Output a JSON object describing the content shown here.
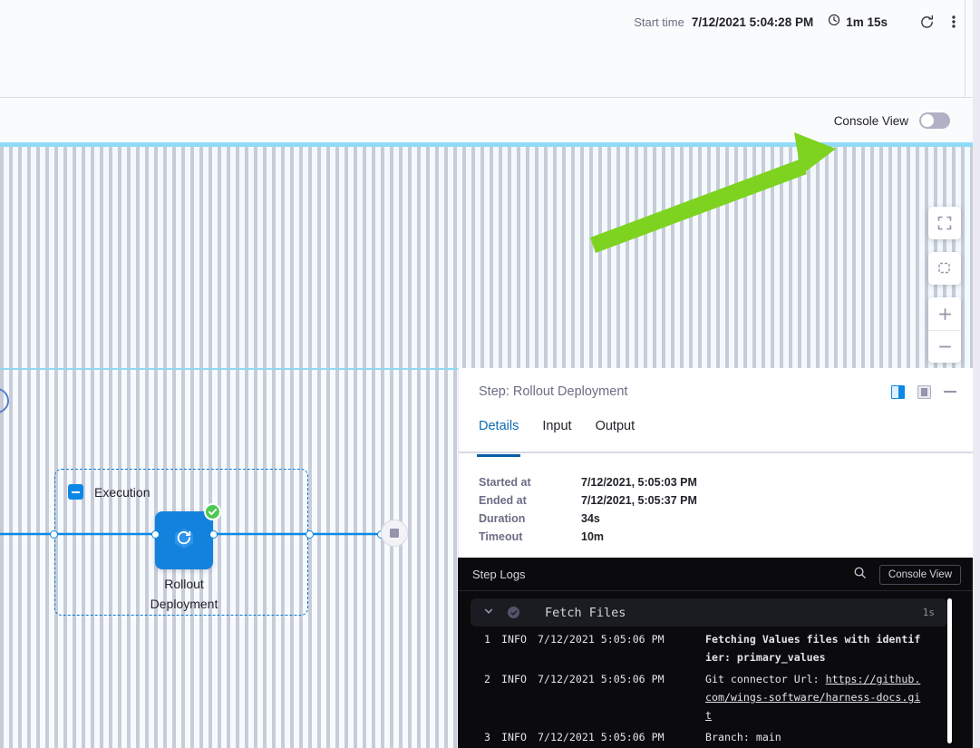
{
  "topbar": {
    "start_time_label": "Start time",
    "start_time_value": "7/12/2021 5:04:28 PM",
    "duration": "1m 15s",
    "refresh_icon": "refresh-icon",
    "menu_icon": "more-vertical-icon",
    "clock_icon": "clock-icon"
  },
  "console_view_row": {
    "label": "Console View",
    "toggle_state": "off"
  },
  "canvas": {
    "controls": [
      {
        "name": "fit-to-screen-button",
        "icon": "fit-screen-icon"
      },
      {
        "name": "select-area-button",
        "icon": "selection-box-icon"
      },
      {
        "name": "zoom-in-button",
        "icon": "plus-icon"
      },
      {
        "name": "zoom-out-button",
        "icon": "minus-icon"
      }
    ],
    "annotation": {
      "type": "arrow",
      "color": "#7ed321"
    }
  },
  "graph": {
    "group_label": "Execution",
    "group_collapse_icon": "minus-square-icon",
    "step": {
      "label_line1": "Rollout",
      "label_line2": "Deployment",
      "icon": "rolling-deployment-icon",
      "status": "success",
      "status_icon": "check-circle-icon"
    },
    "end_node_icon": "stop-square-icon"
  },
  "panel": {
    "title": "Step: Rollout Deployment",
    "actions": [
      {
        "name": "split-view-button",
        "icon": "split-view-icon",
        "active": true
      },
      {
        "name": "panel-view-button",
        "icon": "panel-view-icon",
        "active": false
      },
      {
        "name": "minimize-button",
        "icon": "minimize-icon",
        "active": false
      }
    ],
    "tabs": [
      {
        "label": "Details",
        "active": true
      },
      {
        "label": "Input",
        "active": false
      },
      {
        "label": "Output",
        "active": false
      }
    ],
    "details": [
      {
        "key": "Started at",
        "value": "7/12/2021, 5:05:03 PM"
      },
      {
        "key": "Ended at",
        "value": "7/12/2021, 5:05:37 PM"
      },
      {
        "key": "Duration",
        "value": "34s"
      },
      {
        "key": "Timeout",
        "value": "10m"
      }
    ]
  },
  "logs": {
    "title": "Step Logs",
    "search_icon": "search-icon",
    "console_view_button": "Console View",
    "group": {
      "name": "Fetch Files",
      "duration": "1s",
      "expanded": true,
      "status_icon": "check-circle-icon",
      "chevron_icon": "chevron-down-icon"
    },
    "lines": [
      {
        "num": "1",
        "level": "INFO",
        "timestamp": "7/12/2021 5:05:06 PM",
        "message": "Fetching Values files with identifier: primary_values",
        "bold": true,
        "link": ""
      },
      {
        "num": "2",
        "level": "INFO",
        "timestamp": "7/12/2021 5:05:06 PM",
        "message": "Git connector Url: ",
        "bold": false,
        "link": "https://github.com/wings-software/harness-docs.git"
      },
      {
        "num": "3",
        "level": "INFO",
        "timestamp": "7/12/2021 5:05:06 PM",
        "message": "Branch: main",
        "bold": false,
        "link": ""
      }
    ]
  }
}
